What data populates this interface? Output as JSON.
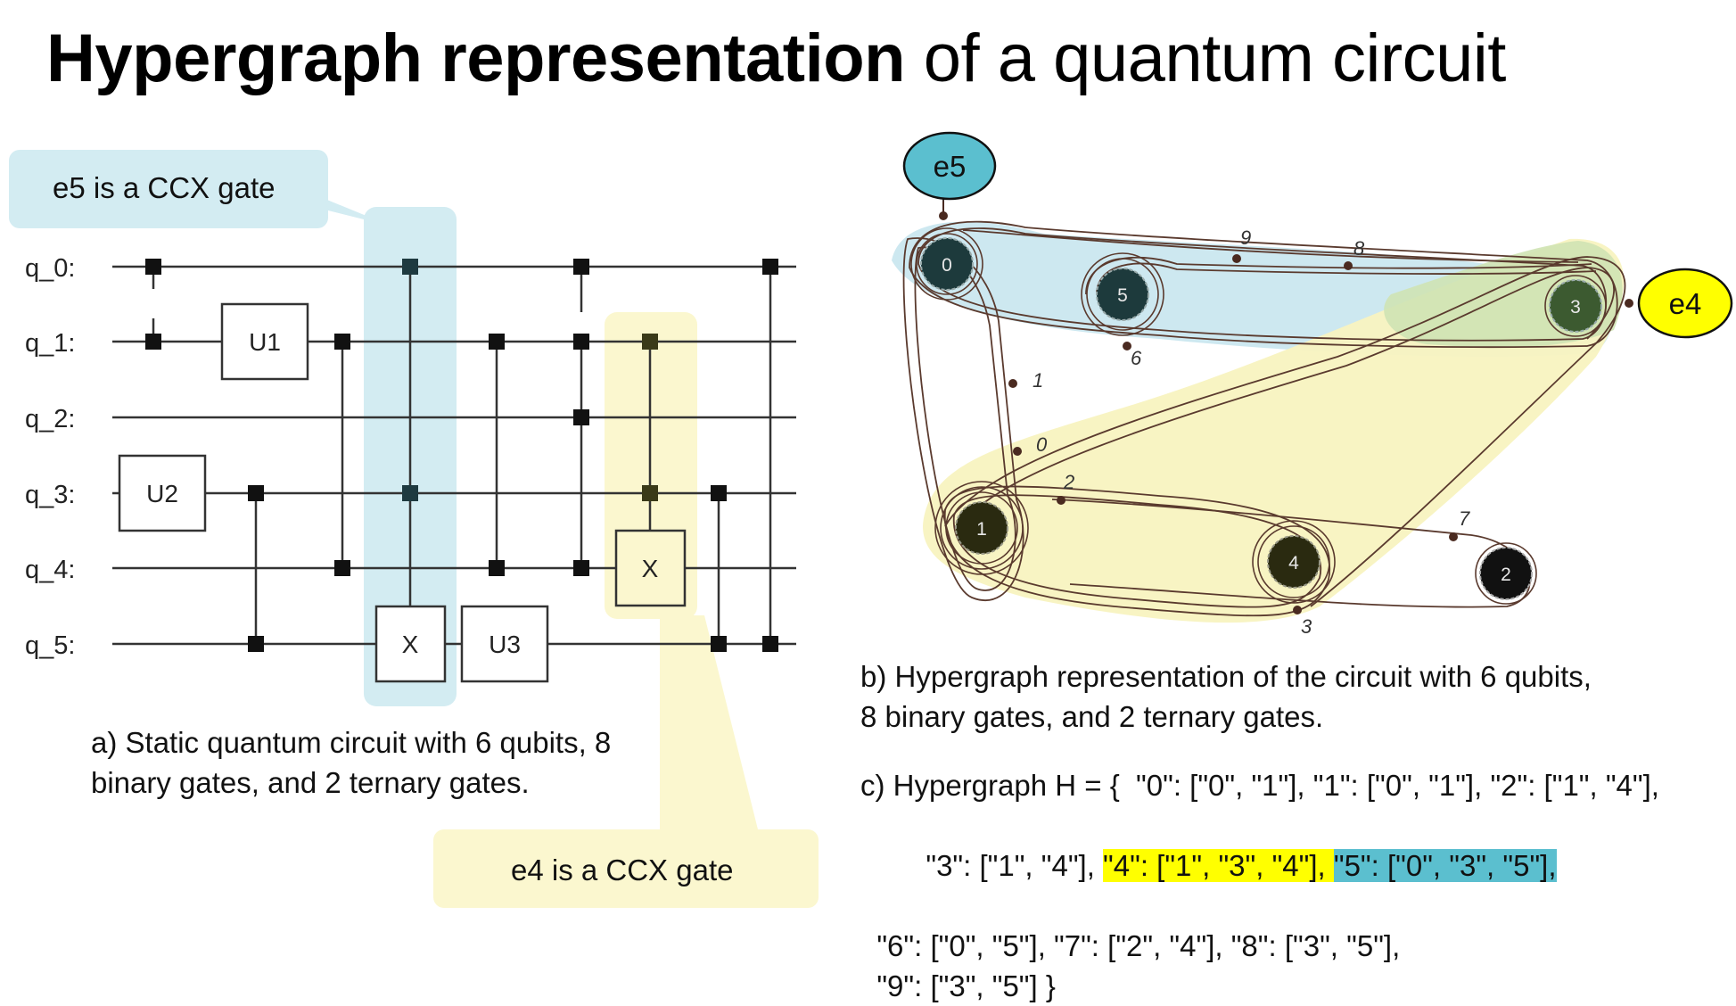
{
  "title": {
    "bold": "Hypergraph representation",
    "rest": " of a quantum circuit"
  },
  "callouts": {
    "e5": "e5 is a CCX gate",
    "e4": "e4 is a CCX gate"
  },
  "circuit": {
    "qubits": [
      "q_0:",
      "q_1:",
      "q_2:",
      "q_3:",
      "q_4:",
      "q_5:"
    ],
    "gates": {
      "u1": "U1",
      "u2": "U2",
      "u3": "U3",
      "x1": "X",
      "x2": "X"
    }
  },
  "graph": {
    "nodes": [
      "0",
      "5",
      "3",
      "1",
      "4",
      "2"
    ],
    "edge_labels": [
      "9",
      "8",
      "6",
      "1",
      "0",
      "2",
      "7",
      "3"
    ],
    "hyperedge_tags": {
      "e5": "e5",
      "e4": "e4"
    }
  },
  "captions": {
    "a_line1": "a) Static quantum circuit with 6 qubits, 8",
    "a_line2": "binary gates, and 2 ternary gates.",
    "b_line1": "b) Hypergraph representation of the circuit with 6 qubits,",
    "b_line2": "8 binary gates, and 2 ternary gates."
  },
  "hypergraph_text": {
    "line1": "c) Hypergraph H = {  \"0\": [\"0\", \"1\"], \"1\": [\"0\", \"1\"], \"2\": [\"1\", \"4\"],",
    "line2_a": "  \"3\": [\"1\", \"4\"], ",
    "line2_e4": "\"4\": [\"1\", \"3\", \"4\"], ",
    "line2_e5": "\"5\": [\"0\", \"3\", \"5\"],",
    "line3": "  \"6\": [\"0\", \"5\"], \"7\": [\"2\", \"4\"], \"8\": [\"3\", \"5\"],",
    "line4": "  \"9\": [\"3\", \"5\"] }"
  },
  "colors": {
    "blue_highlight": "#5bbfcf",
    "yellow_highlight": "#ffff00",
    "blue_pale": "#d3ecf2",
    "yellow_pale": "#fbf7cf"
  }
}
